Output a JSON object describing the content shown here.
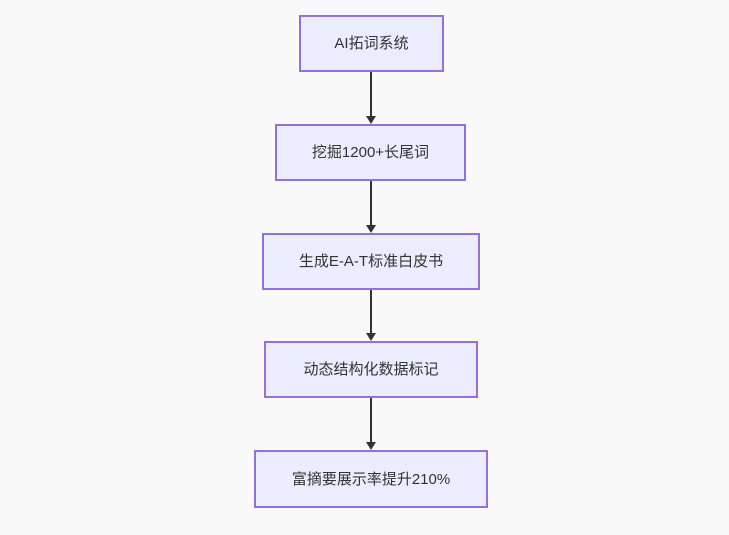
{
  "page": {
    "background_color": "#f9f9f9"
  },
  "flowchart": {
    "type": "vertical-flowchart",
    "direction": "top-down",
    "node_fill_color": "#ECECFF",
    "node_border_color": "#9370DB",
    "node_text_color": "#333333",
    "arrow_color": "#333333",
    "nodes": [
      {
        "id": "node-1",
        "label": "AI拓词系统"
      },
      {
        "id": "node-2",
        "label": "挖掘1200+长尾词"
      },
      {
        "id": "node-3",
        "label": "生成E-A-T标准白皮书"
      },
      {
        "id": "node-4",
        "label": "动态结构化数据标记"
      },
      {
        "id": "node-5",
        "label": "富摘要展示率提升210%"
      }
    ],
    "edges": [
      {
        "from": "node-1",
        "to": "node-2"
      },
      {
        "from": "node-2",
        "to": "node-3"
      },
      {
        "from": "node-3",
        "to": "node-4"
      },
      {
        "from": "node-4",
        "to": "node-5"
      }
    ]
  }
}
